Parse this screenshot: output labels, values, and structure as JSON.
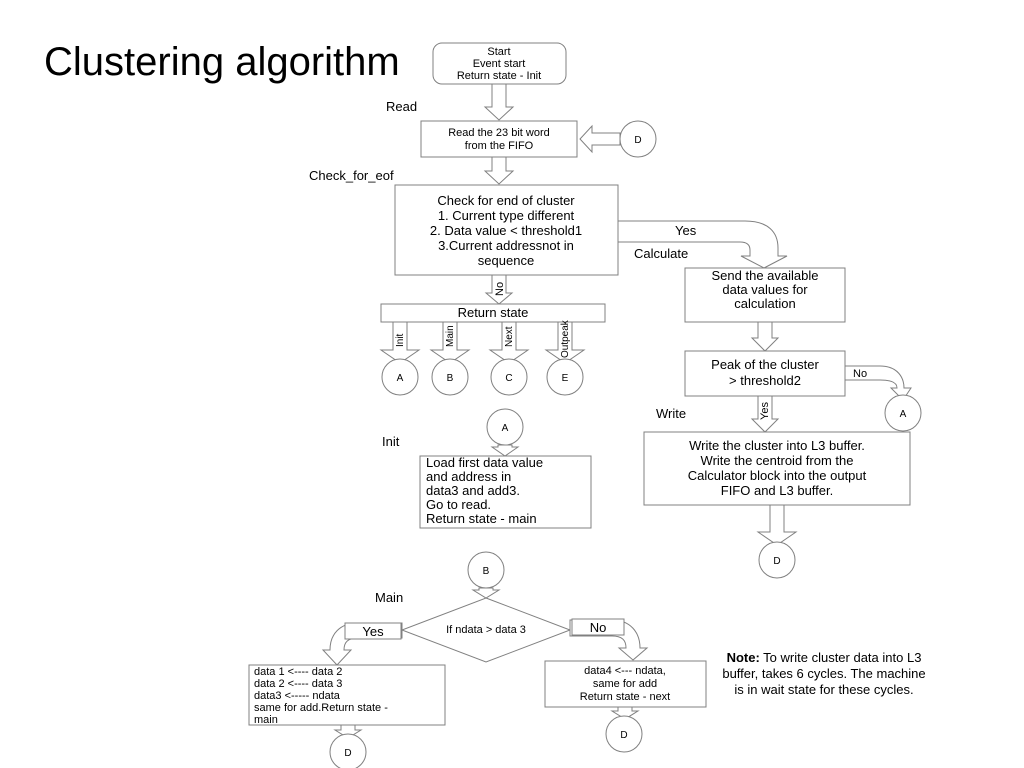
{
  "title": "Clustering algorithm",
  "start": [
    "Start",
    "Event start",
    "Return state - Init"
  ],
  "read_label": "Read",
  "read_box": [
    "Read the 23 bit word",
    "from the FIFO"
  ],
  "conn_d": "D",
  "check_label": "Check_for_eof",
  "check_box": [
    "Check for end of cluster",
    "1. Current type different",
    "2. Data value < threshold1",
    "3.Current addressnot in",
    "sequence"
  ],
  "yes": "Yes",
  "no": "No",
  "calculate_label": "Calculate",
  "send_box": [
    "Send the available",
    "data values for",
    "calculation"
  ],
  "return_state": "Return state",
  "branches": [
    {
      "label": "Init",
      "node": "A"
    },
    {
      "label": "Main",
      "node": "B"
    },
    {
      "label": "Next",
      "node": "C"
    },
    {
      "label": "Outpeak",
      "node": "E"
    }
  ],
  "peak_box": [
    "Peak of the cluster",
    "> threshold2"
  ],
  "conn_a": "A",
  "write_label": "Write",
  "write_box": [
    "Write the cluster into L3 buffer.",
    "Write the centroid from the",
    "Calculator block into the output",
    "FIFO and L3 buffer."
  ],
  "init_label": "Init",
  "init_box": [
    "Load first data value",
    "and address in",
    "data3 and add3.",
    "Go to read.",
    "Return state - main"
  ],
  "conn_b": "B",
  "main_label": "Main",
  "decision": "If ndata > data 3",
  "main_yes_box": [
    "data 1 <---- data 2",
    "data 2 <---- data 3",
    "data3 <----- ndata",
    "same for add.Return state -",
    "main"
  ],
  "main_no_box": [
    "data4 <--- ndata,",
    "same for add",
    "Return state - next"
  ],
  "note_bold": "Note:",
  "note_text": "To write cluster data into L3 buffer, takes 6 cycles. The machine is in wait state for these cycles."
}
